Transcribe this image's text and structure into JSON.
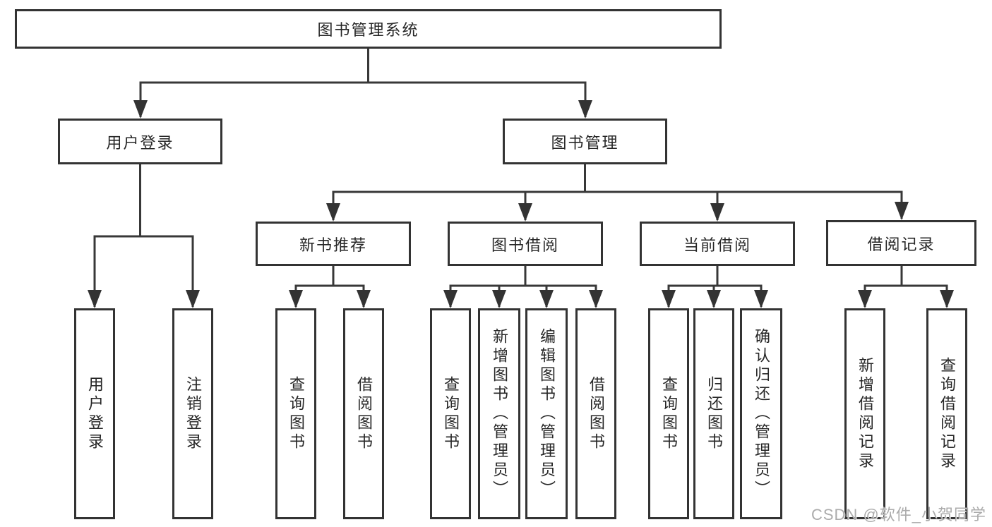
{
  "nodes": {
    "root": {
      "label": "图书管理系统"
    },
    "level2": [
      {
        "label": "用户登录"
      },
      {
        "label": "图书管理"
      }
    ],
    "level3": [
      {
        "label": "新书推荐"
      },
      {
        "label": "图书借阅"
      },
      {
        "label": "当前借阅"
      },
      {
        "label": "借阅记录"
      }
    ],
    "leaves": [
      {
        "parent": "用户登录",
        "label": "用户登录"
      },
      {
        "parent": "用户登录",
        "label": "注销登录"
      },
      {
        "parent": "新书推荐",
        "label": "查询图书"
      },
      {
        "parent": "新书推荐",
        "label": "借阅图书"
      },
      {
        "parent": "图书借阅",
        "label": "查询图书"
      },
      {
        "parent": "图书借阅",
        "label": "新增图书（管理员）"
      },
      {
        "parent": "图书借阅",
        "label": "编辑图书（管理员）"
      },
      {
        "parent": "图书借阅",
        "label": "借阅图书"
      },
      {
        "parent": "当前借阅",
        "label": "查询图书"
      },
      {
        "parent": "当前借阅",
        "label": "归还图书"
      },
      {
        "parent": "当前借阅",
        "label": "确认归还（管理员）"
      },
      {
        "parent": "借阅记录",
        "label": "新增借阅记录"
      },
      {
        "parent": "借阅记录",
        "label": "查询借阅记录"
      }
    ]
  },
  "watermark": {
    "text": "CSDN @软件_小贺同学"
  },
  "colors": {
    "line": "#383838",
    "box_border": "#333333",
    "text": "#262626",
    "watermark": "#ababab",
    "background": "#ffffff"
  }
}
